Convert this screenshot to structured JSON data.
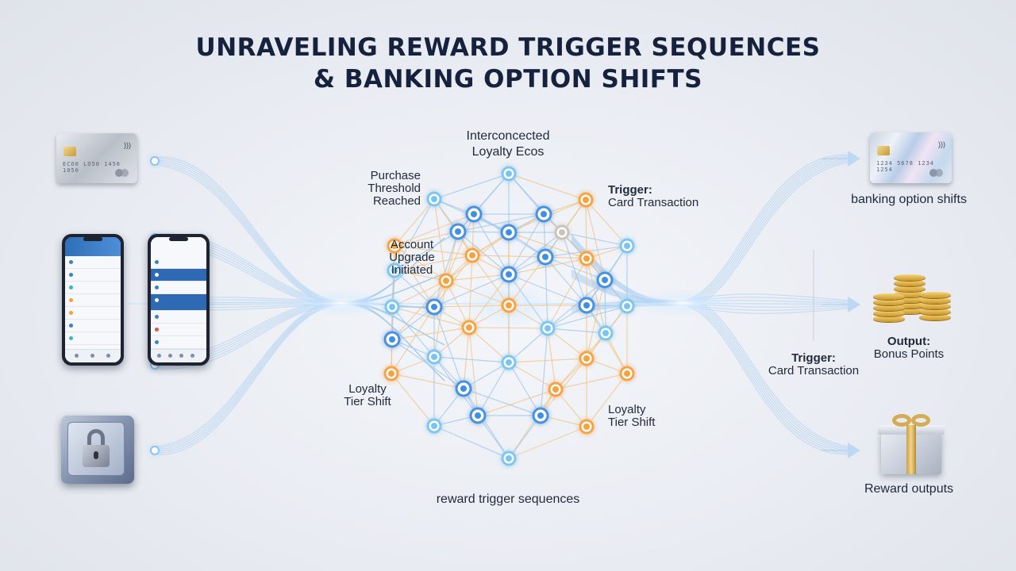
{
  "title": {
    "line1": "UNRAVELING REWARD TRIGGER SEQUENCES",
    "line2": "& BANKING OPTION SHIFTS"
  },
  "labels": {
    "interconnected": {
      "line1": "Interconcected",
      "line2": "Loyalty Ecos"
    },
    "purchase": {
      "line1": "Purchase",
      "line2": "Threshold",
      "line3": "Reached"
    },
    "account": {
      "line1": "Account",
      "line2": "Upgrade",
      "line3": "Initiated"
    },
    "loyalty_left": {
      "line1": "Loyalty",
      "line2": "Tier Shift"
    },
    "loyalty_right": {
      "line1": "Loyalty",
      "line2": "Tier Shift"
    },
    "trigger_top": {
      "heading": "Trigger:",
      "text": "Card Transaction"
    },
    "trigger_bottom": {
      "heading": "Trigger:",
      "text": "Card Transaction"
    },
    "output": {
      "heading": "Output:",
      "text": "Bonus Points"
    },
    "banking_option_shifts": "banking option shifts",
    "reward_outputs": "Reward outputs",
    "reward_trigger_sequences": "reward trigger sequences"
  },
  "icons": {
    "left_card": "credit-card-icon",
    "phones": "mobile-banking-app-icon",
    "safe": "vault-lock-icon",
    "right_card": "holographic-credit-card-icon",
    "coins": "gold-coin-stack-icon",
    "gift": "gift-box-icon"
  },
  "colors": {
    "title": "#16213d",
    "node_blue": "#3f8fe0",
    "node_light": "#7cc4f0",
    "node_orange": "#f4a340",
    "flow_line": "#9cc8f2",
    "app_header": "#2f6eb8"
  }
}
